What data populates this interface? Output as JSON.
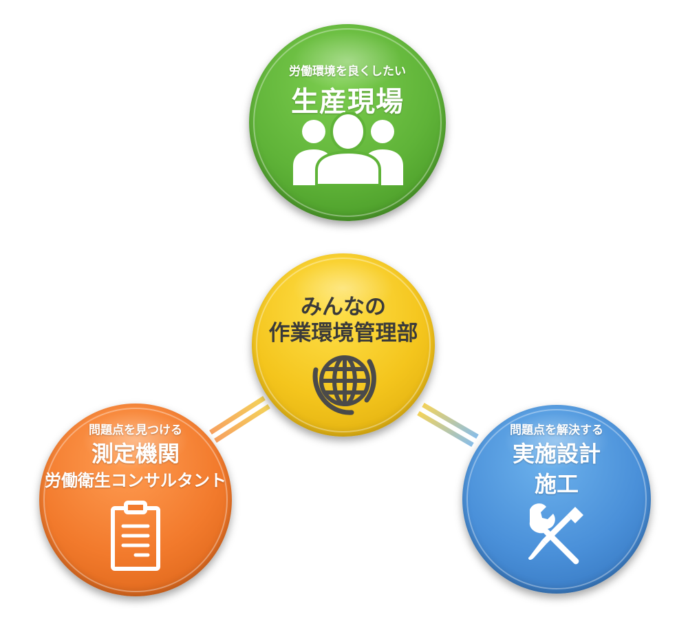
{
  "center": {
    "line1": "みんなの",
    "line2": "作業環境管理部",
    "icon": "globe-icon",
    "color": "#f4c51d"
  },
  "top": {
    "subtitle": "労働環境を良くしたい",
    "title": "生産現場",
    "icon": "people-group-icon",
    "color": "#5fb338"
  },
  "left": {
    "subtitle": "問題点を見つける",
    "title": "測定機関",
    "title2": "労働衛生コンサルタント",
    "icon": "clipboard-icon",
    "color": "#f27a2c"
  },
  "right": {
    "subtitle": "問題点を解決する",
    "title": "実施設計",
    "title2": "施工",
    "icon": "tools-icon",
    "color": "#4a90d9"
  }
}
